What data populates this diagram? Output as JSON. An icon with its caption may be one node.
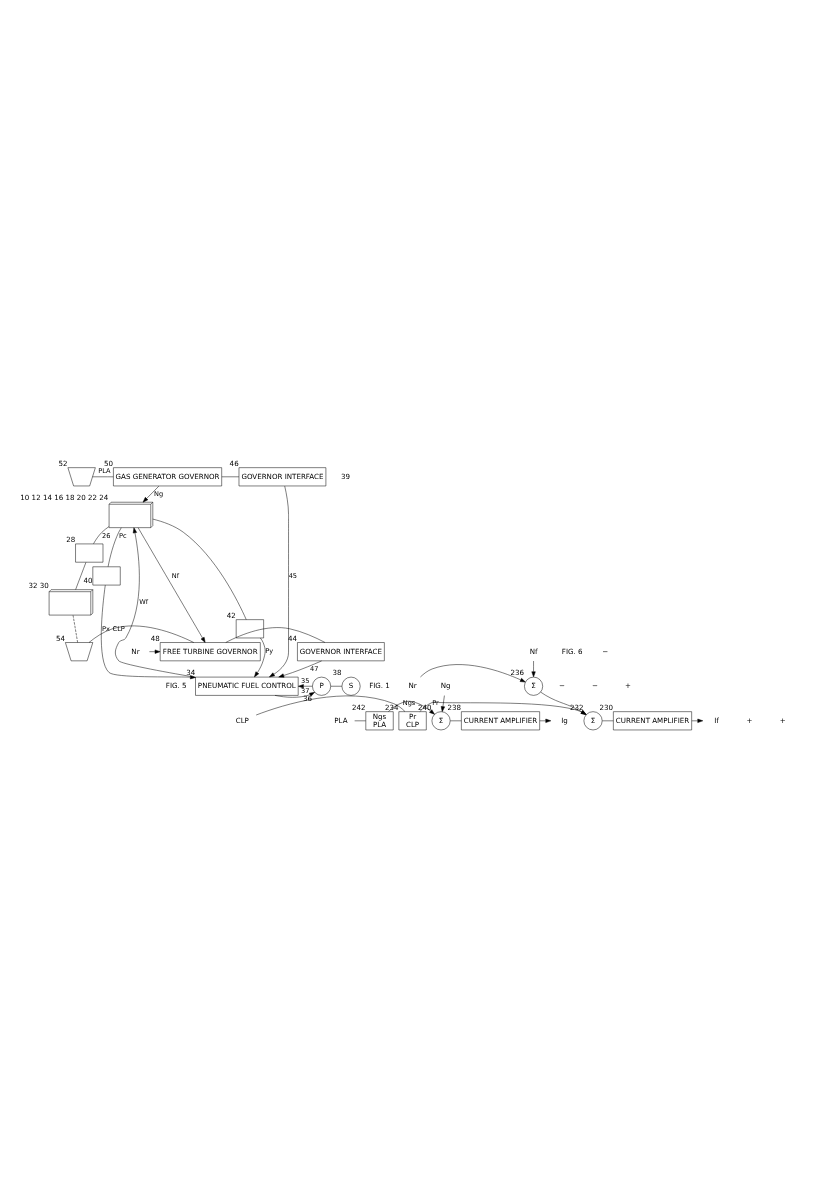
{
  "diagram": {
    "nodes": [
      {
        "text": [],
        "shape": "picture",
        "beside": [
          "10",
          "12",
          "14",
          "16",
          "18",
          "20",
          "22",
          "24"
        ]
      },
      {
        "text": [],
        "shape": "box",
        "beside": [
          "28"
        ]
      },
      {
        "text": [],
        "shape": "picture",
        "beside": [
          "32",
          "30"
        ]
      },
      {
        "text": [
          "PNEUMATIC FUEL CONTROL"
        ],
        "beside": [
          "34"
        ]
      },
      {
        "text": [
          "P"
        ],
        "beside": [
          "36"
        ]
      },
      {
        "text": [
          "S"
        ],
        "beside": [
          "38"
        ]
      },
      {
        "text": [],
        "shape": "box",
        "beside": [
          "40"
        ]
      },
      {
        "text": [],
        "shape": "box",
        "beside": [
          "42"
        ]
      },
      {
        "text": [
          "GAS GENERATOR GOVERNOR"
        ],
        "beside": [
          "50"
        ]
      },
      {
        "text": [
          "GOVERNOR INTERFACE"
        ],
        "beside": [
          "46"
        ]
      },
      {
        "text": [],
        "shape": "lever",
        "beside": [
          "52"
        ]
      },
      {
        "text": [
          "FREE TURBINE GOVERNOR"
        ],
        "beside": [
          "48"
        ]
      },
      {
        "text": [
          "GOVERNOR INTERFACE"
        ],
        "beside": [
          "44"
        ]
      },
      {
        "text": [],
        "shape": "lever",
        "beside": [
          "54"
        ]
      },
      {
        "text": [
          "Nr"
        ]
      },
      {
        "text": [
          "PLA"
        ]
      },
      {
        "text": [
          "Ngs",
          "PLA"
        ],
        "beside": [
          "242"
        ]
      },
      {
        "text": [
          "Σ"
        ],
        "beside": [
          "240"
        ]
      },
      {
        "text": [
          "Ng"
        ]
      },
      {
        "text": [
          "CURRENT AMPLIFIER"
        ],
        "beside": [
          "238"
        ]
      },
      {
        "text": [
          "Ig"
        ]
      },
      {
        "text": [
          "CLP"
        ]
      },
      {
        "text": [
          "Pr",
          "CLP"
        ],
        "beside": [
          "234"
        ]
      },
      {
        "text": [
          "Σ"
        ],
        "beside": [
          "232"
        ]
      },
      {
        "text": [
          "CURRENT AMPLIFIER"
        ],
        "beside": [
          "230"
        ]
      },
      {
        "text": [
          "If"
        ]
      },
      {
        "text": [
          "Nr"
        ]
      },
      {
        "text": [
          "Σ"
        ],
        "beside": [
          "236"
        ]
      },
      {
        "text": [
          "Nf"
        ]
      }
    ],
    "edges": [
      {
        "from": 8,
        "to": 0,
        "arrow": "to",
        "label": "Ng"
      },
      {
        "from": 0,
        "to": 11,
        "arrow": "to",
        "label": "Nf"
      },
      {
        "from": 0,
        "to": 1,
        "arrow": "none",
        "label": "26"
      },
      {
        "from": 1,
        "to": 2,
        "arrow": "none"
      },
      {
        "from": 2,
        "to": 13,
        "arrow": "none",
        "style": "dashed"
      },
      {
        "from": 3,
        "to": 0,
        "arrow": "to",
        "label": "Wf"
      },
      {
        "from": 4,
        "to": 3,
        "arrow": "to",
        "label": "35"
      },
      {
        "from": 3,
        "to": 4,
        "arrow": "to",
        "label": "37"
      },
      {
        "from": 4,
        "to": 5,
        "arrow": "none"
      },
      {
        "from": 0,
        "to": 6,
        "arrow": "none",
        "label": "Pc"
      },
      {
        "from": 0,
        "to": 7,
        "arrow": "none"
      },
      {
        "from": 6,
        "to": 3,
        "arrow": "to",
        "label": "Px"
      },
      {
        "from": 7,
        "to": 3,
        "arrow": "to",
        "label": "Py"
      },
      {
        "from": 9,
        "to": 3,
        "arrow": "to",
        "label": "45"
      },
      {
        "from": 12,
        "to": 3,
        "arrow": "to",
        "label": "47"
      },
      {
        "from": 8,
        "to": 9,
        "arrow": "none"
      },
      {
        "from": 10,
        "to": 8,
        "arrow": "none",
        "label": "PLA"
      },
      {
        "from": 13,
        "to": 11,
        "arrow": "none",
        "label": "CLP"
      },
      {
        "from": 14,
        "to": 11,
        "arrow": "to"
      },
      {
        "from": 11,
        "to": 12,
        "arrow": "none"
      },
      {
        "from": 15,
        "to": 16,
        "arrow": "none"
      },
      {
        "from": 16,
        "to": 17,
        "arrow": "to",
        "label": "Ngs"
      },
      {
        "from": 18,
        "to": 17,
        "arrow": "to"
      },
      {
        "from": 17,
        "to": 19,
        "arrow": "none"
      },
      {
        "from": 19,
        "to": 20,
        "arrow": "to"
      },
      {
        "from": 21,
        "to": 22,
        "arrow": "none"
      },
      {
        "from": 22,
        "to": 23,
        "arrow": "to",
        "label": "Pr"
      },
      {
        "from": 23,
        "to": 24,
        "arrow": "none"
      },
      {
        "from": 24,
        "to": 25,
        "arrow": "to"
      },
      {
        "from": 27,
        "to": 23,
        "arrow": "to"
      },
      {
        "from": 26,
        "to": 27,
        "arrow": "to"
      },
      {
        "from": 28,
        "to": 27,
        "arrow": "to"
      }
    ],
    "labels": [
      "39",
      "FIG. 1",
      "+",
      "−",
      "FIG. 5",
      "+",
      "−",
      "+",
      "−",
      "FIG. 6"
    ]
  }
}
